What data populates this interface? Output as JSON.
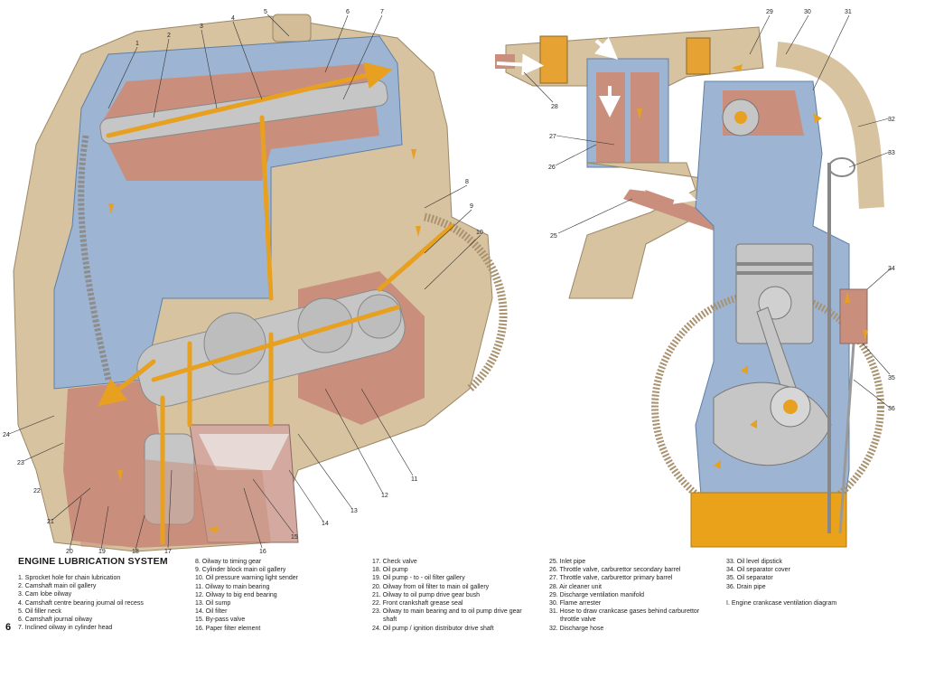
{
  "title": "ENGINE LUBRICATION SYSTEM",
  "page_number": "6",
  "colors": {
    "engine_beige": "#d8c3a0",
    "oil_orange": "#e8a020",
    "cutaway_blue": "#9db5d3",
    "section_pink": "#c98f7c",
    "metal_grey": "#c6c6c6",
    "oil_sump_yellow": "#e9a21a"
  },
  "legend": {
    "col1": [
      "1. Sprocket hole for chain lubrication",
      "2. Camshaft main oil gallery",
      "3. Cam lobe oilway",
      "4. Camshaft centre bearing journal oil recess",
      "5. Oil filler neck",
      "6. Camshaft journal oilway",
      "7. Inclined oilway in cylinder head"
    ],
    "col2": [
      "8. Oilway to timing gear",
      "9. Cylinder block main oil gallery",
      "10. Oil pressure warning light sender",
      "11. Oilway to main bearing",
      "12. Oilway to big end bearing",
      "13. Oil sump",
      "14. Oil filter",
      "15. By-pass valve",
      "16. Paper filter element"
    ],
    "col3": [
      "17. Check valve",
      "18. Oil pump",
      "19. Oil pump - to - oil filter gallery",
      "20. Oilway from oil filter to main oil gallery",
      "21. Oilway to oil pump drive gear bush",
      "22. Front crankshaft grease seal",
      "23. Oilway to main bearing and to oil pump drive gear",
      "shaft",
      "24. Oil pump / ignition distributor drive shaft"
    ],
    "col4": [
      "25. Inlet pipe",
      "26. Throttle valve, carburettor secondary barrel",
      "27. Throttle valve, carburettor primary barrel",
      "28. Air cleaner unit",
      "29. Discharge ventilation manifold",
      "30. Flame arrester",
      "31. Hose to draw crankcase gases behind carburettor",
      "throttle valve",
      "32. Discharge hose"
    ],
    "col5": [
      "33. Oil level dipstick",
      "34. Oil separator cover",
      "35. Oil separator",
      "36. Drain pipe",
      "",
      "I. Engine crankcase ventilation diagram"
    ]
  },
  "callouts": [
    "1",
    "2",
    "3",
    "4",
    "5",
    "6",
    "7",
    "8",
    "9",
    "10",
    "11",
    "12",
    "13",
    "14",
    "15",
    "16",
    "17",
    "18",
    "19",
    "20",
    "21",
    "22",
    "23",
    "24",
    "25",
    "26",
    "27",
    "28",
    "29",
    "30",
    "31",
    "32",
    "33",
    "34",
    "35",
    "36"
  ]
}
